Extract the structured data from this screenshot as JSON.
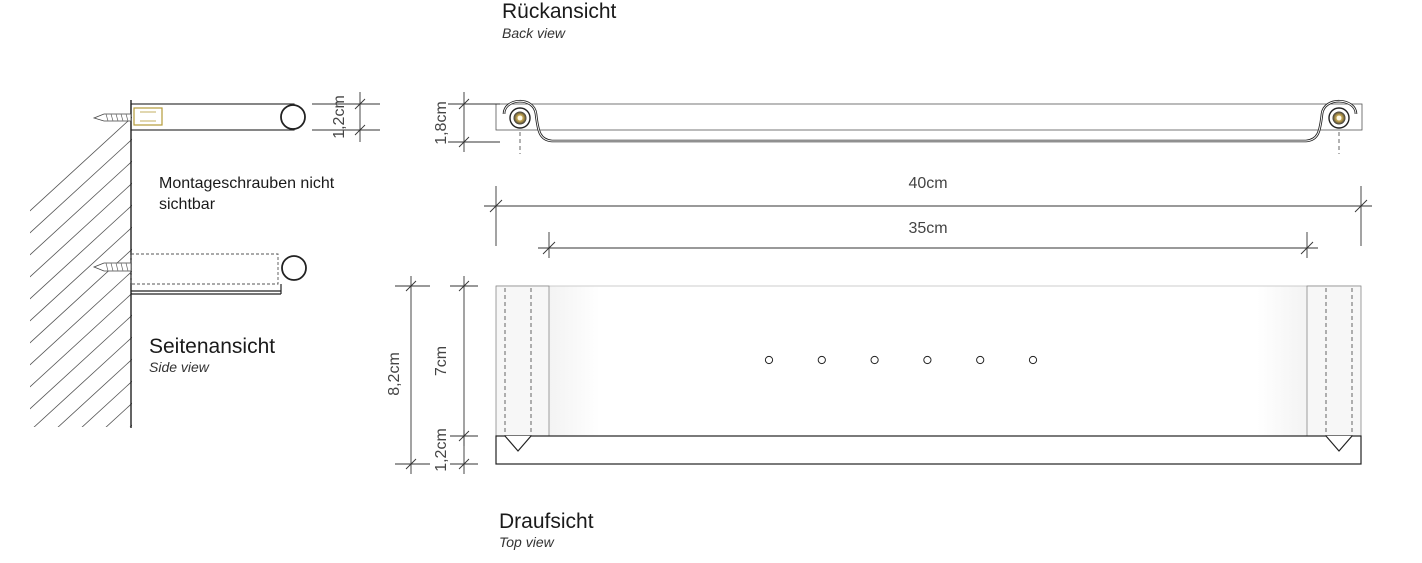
{
  "views": {
    "back": {
      "title": "Rückansicht",
      "subtitle": "Back view"
    },
    "side": {
      "title": "Seitenansicht",
      "subtitle": "Side view"
    },
    "top": {
      "title": "Draufsicht",
      "subtitle": "Top view"
    }
  },
  "note": {
    "line1": "Montageschrauben nicht",
    "line2": "sichtbar"
  },
  "dimensions": {
    "side_thickness": "1,2cm",
    "back_height": "1,8cm",
    "total_width": "40cm",
    "inner_width": "35cm",
    "total_depth": "8,2cm",
    "inner_depth": "7cm",
    "front_lip": "1,2cm"
  },
  "holes": {
    "count": 6
  }
}
